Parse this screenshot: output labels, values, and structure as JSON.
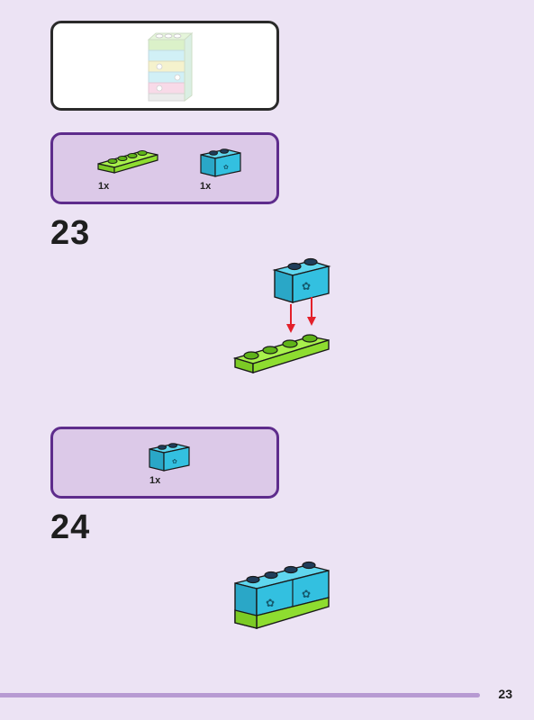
{
  "preview": {
    "icon": "finished-model-preview-icon"
  },
  "step23": {
    "number": "23",
    "parts": [
      {
        "quantity": "1x",
        "icon": "lime-green-plate-1x4-icon",
        "color": "#86e32c"
      },
      {
        "quantity": "1x",
        "icon": "azure-brick-1x2-icon",
        "color": "#2ec4e3"
      }
    ],
    "arrow_color": "#e3202a"
  },
  "step24": {
    "number": "24",
    "parts": [
      {
        "quantity": "1x",
        "icon": "azure-brick-1x2-icon",
        "color": "#2ec4e3"
      }
    ]
  },
  "footer": {
    "page_number": "23"
  }
}
